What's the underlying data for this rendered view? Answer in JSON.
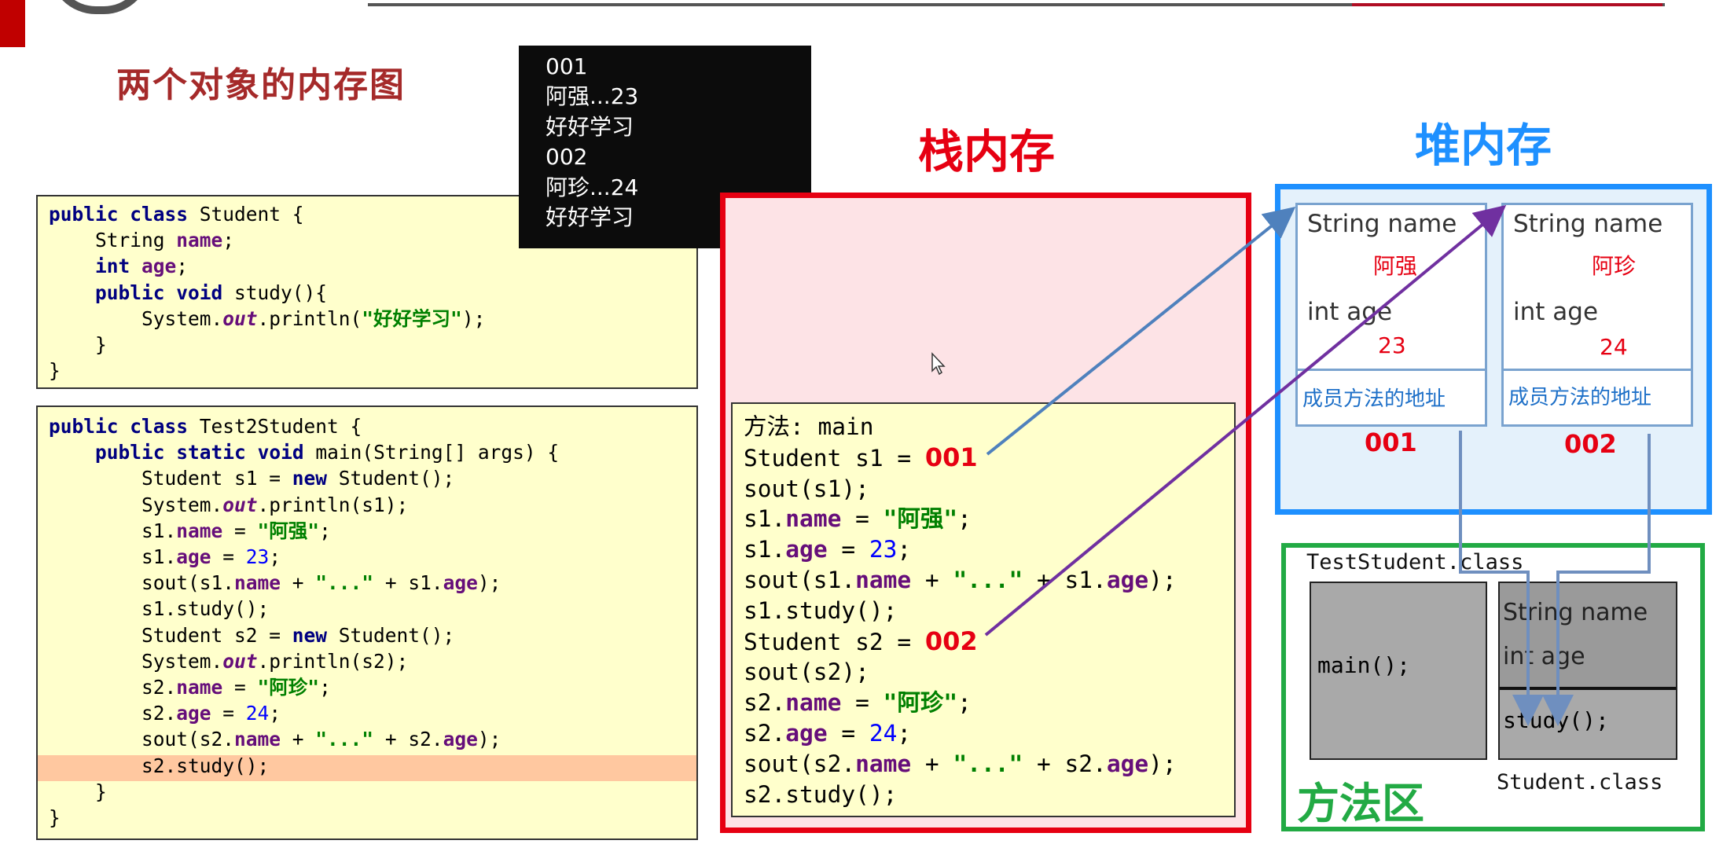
{
  "slide": {
    "title": "两个对象的内存图"
  },
  "student_code": {
    "lines": [
      "public class Student {",
      "    String name;",
      "    int age;",
      "    public void study(){",
      "        System.out.println(\"好好学习\");",
      "    }",
      "}"
    ]
  },
  "test_code": {
    "lines": [
      "public class Test2Student {",
      "    public static void main(String[] args) {",
      "        Student s1 = new Student();",
      "        System.out.println(s1);",
      "        s1.name = \"阿强\";",
      "        s1.age = 23;",
      "        sout(s1.name + \"...\" + s1.age);",
      "        s1.study();",
      "        Student s2 = new Student();",
      "        System.out.println(s2);",
      "        s2.name = \"阿珍\";",
      "        s2.age = 24;",
      "        sout(s2.name + \"...\" + s2.age);",
      "        s2.study();",
      "    }",
      "}"
    ],
    "highlighted_line_index": 13
  },
  "console": {
    "lines": [
      "001",
      "阿强...23",
      "好好学习",
      "002",
      "阿珍...24",
      "好好学习"
    ]
  },
  "stack": {
    "title": "栈内存",
    "frame_lines": [
      "方法: main",
      "Student s1 = ",
      "sout(s1);",
      "s1.name = \"阿强\";",
      "s1.age = 23;",
      "sout(s1.name + \"...\" + s1.age);",
      "s1.study();",
      "Student s2 = ",
      "sout(s2);",
      "s2.name = \"阿珍\";",
      "s2.age = 24;",
      "sout(s2.name + \"...\" + s2.age);",
      "s2.study();"
    ],
    "s1_address": "001",
    "s2_address": "002"
  },
  "heap": {
    "title": "堆内存",
    "objects": [
      {
        "name_label": "String name",
        "name_value": "阿强",
        "age_label": "int age",
        "age_value": "23",
        "member": "成员方法的地址",
        "address": "001"
      },
      {
        "name_label": "String name",
        "name_value": "阿珍",
        "age_label": "int age",
        "age_value": "24",
        "member": "成员方法的地址",
        "address": "002"
      }
    ]
  },
  "method_area": {
    "title": "方法区",
    "test_class": "TestStudent.class",
    "main_method": "main();",
    "student_class": "Student.class",
    "student_fields": [
      "String name",
      "int age"
    ],
    "student_method": "study();"
  },
  "colors": {
    "stack": "#e60012",
    "heap": "#1e90ff",
    "method_area": "#22aa44",
    "arrow_s1": "#4f81bd",
    "arrow_s2": "#7030a0"
  }
}
